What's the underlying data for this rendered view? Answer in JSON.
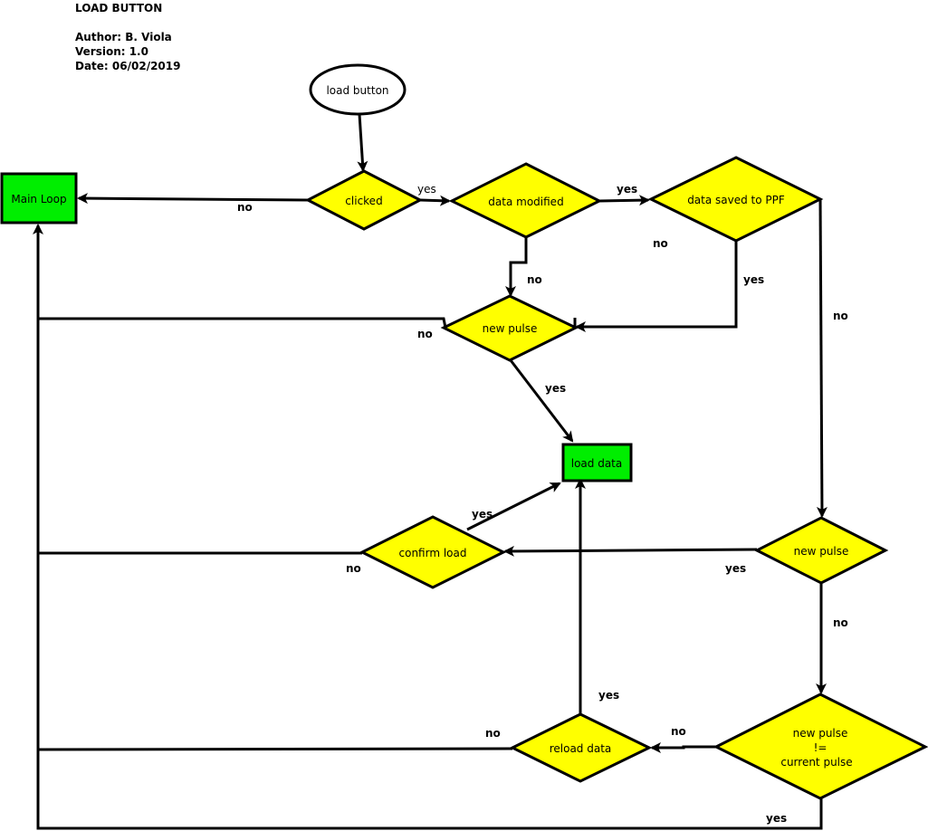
{
  "header": {
    "title": "LOAD BUTTON",
    "author": "Author: B. Viola",
    "version": "Version: 1.0",
    "date": "Date: 06/02/2019"
  },
  "colors": {
    "decision": "#ffff00",
    "process": "#00ee00",
    "line": "#000000"
  },
  "nodes": {
    "start": "load button",
    "main_loop": "Main Loop",
    "clicked": "clicked",
    "data_modified": "data modified",
    "data_saved": "data saved to PPF",
    "new_pulse_1": "new pulse",
    "load_data": "load data",
    "confirm_load": "confirm load",
    "new_pulse_2": "new pulse",
    "new_pulse_neq_line1": "new pulse",
    "new_pulse_neq_line2": "!=",
    "new_pulse_neq_line3": "current pulse",
    "reload_data": "reload data"
  },
  "edges": {
    "clicked_no": "no",
    "clicked_yes": "yes",
    "modified_yes": "yes",
    "modified_no": "no",
    "saved_no_left": "no",
    "saved_yes": "yes",
    "saved_no_right": "no",
    "pulse1_no": "no",
    "pulse1_yes": "yes",
    "confirm_yes": "yes",
    "confirm_no": "no",
    "pulse2_yes": "yes",
    "pulse2_no": "no",
    "reload_yes": "yes",
    "reload_no": "no",
    "neq_no": "no",
    "neq_yes": "yes"
  }
}
